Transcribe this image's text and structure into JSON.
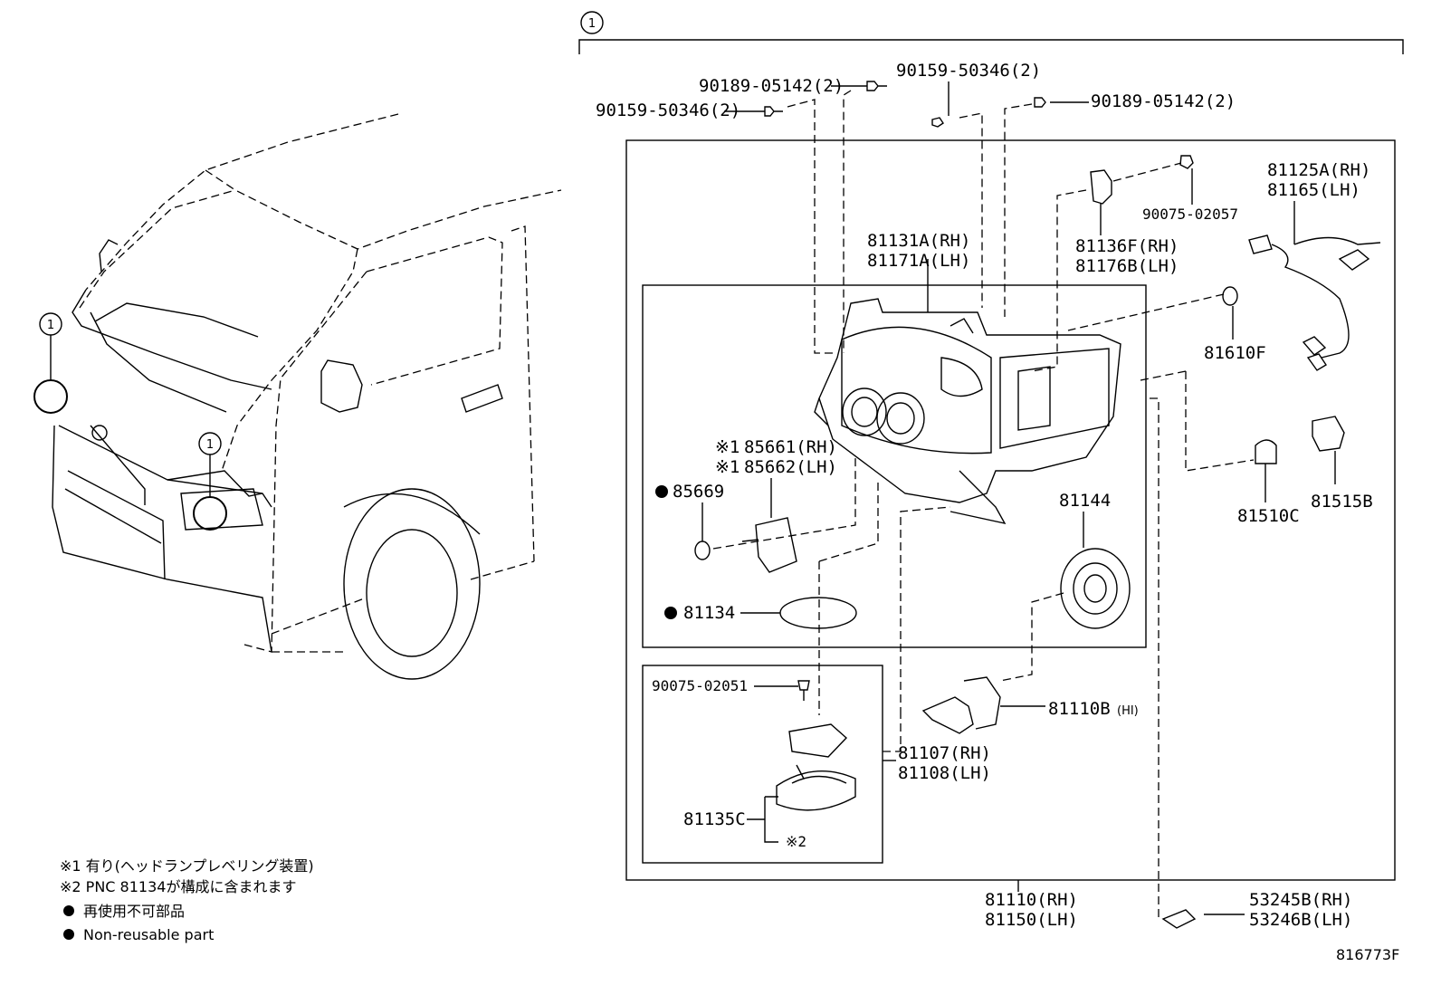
{
  "assembly_marker": "1",
  "van": {
    "callout_left": "1",
    "callout_right": "1"
  },
  "parts": {
    "p90189_top": "90189-05142(2)",
    "p90159_left": "90159-50346(2)",
    "p90159_top": "90159-50346(2)",
    "p90189_right": "90189-05142(2)",
    "p90075_02057": "90075-02057",
    "p81125": "81125A(RH)",
    "p81165": "81165(LH)",
    "p81131": "81131A(RH)",
    "p81171": "81171A(LH)",
    "p81136": "81136F(RH)",
    "p81176": "81176B(LH)",
    "p81610": "81610F",
    "p85661": "85661(RH)",
    "p85662": "85662(LH)",
    "p85661_mark": "※1",
    "p85662_mark": "※1",
    "p85669": "85669",
    "p81144": "81144",
    "p81510": "81510C",
    "p81515": "81515B",
    "p81134": "81134",
    "p90075_02051": "90075-02051",
    "p81110B": "81110B",
    "p81110B_sub": "(HI)",
    "p81107": "81107(RH)",
    "p81108": "81108(LH)",
    "p81135": "81135C",
    "p81135_mark": "※2",
    "p81110": "81110(RH)",
    "p81150": "81150(LH)",
    "p53245": "53245B(RH)",
    "p53246": "53246B(LH)"
  },
  "notes": {
    "note1": "※1 有り(ヘッドランプレベリング装置)",
    "note2": "※2 PNC 81134が構成に含まれます",
    "note3": "再使用不可部品",
    "note4": "Non-reusable part"
  },
  "diagram_id": "816773F"
}
